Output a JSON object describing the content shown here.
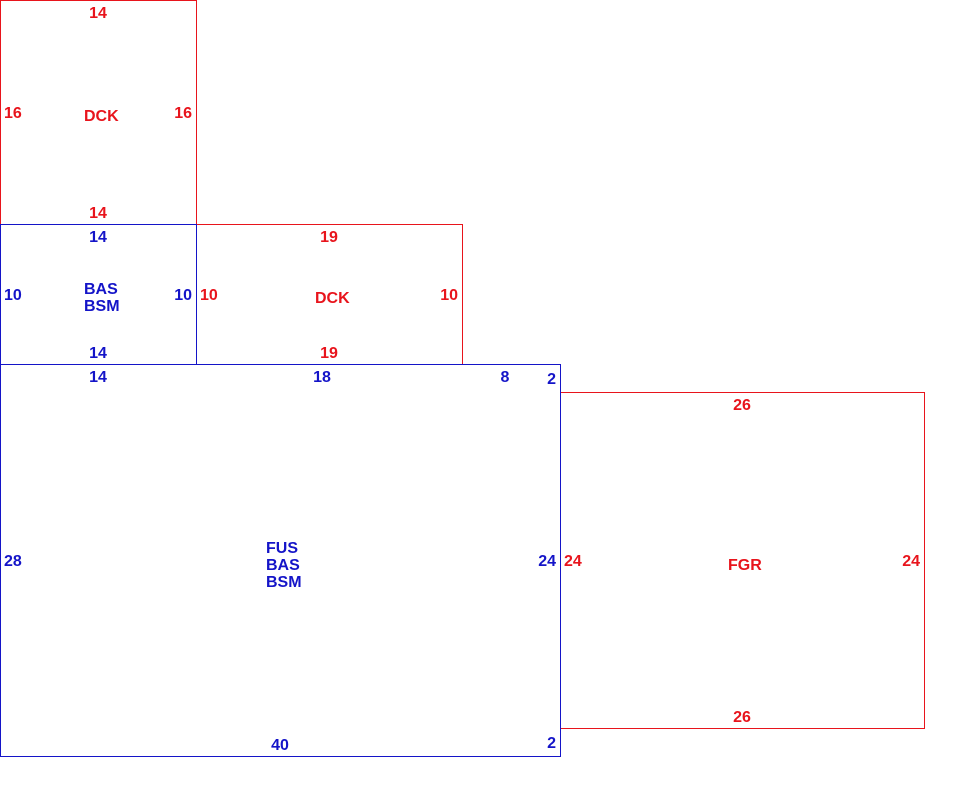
{
  "colors": {
    "red": "#e8141c",
    "blue": "#1414c8"
  },
  "areas": {
    "dck_top": {
      "code": "DCK",
      "dim_top": "14",
      "dim_bottom": "14",
      "dim_left": "16",
      "dim_right": "16"
    },
    "bas_small": {
      "codes": [
        "BAS",
        "BSM"
      ],
      "dim_top": "14",
      "dim_bottom": "14",
      "dim_left": "10",
      "dim_right": "10"
    },
    "dck_mid": {
      "code": "DCK",
      "dim_top": "19",
      "dim_bottom": "19",
      "dim_left": "10",
      "dim_right": "10"
    },
    "main": {
      "codes": [
        "FUS",
        "BAS",
        "BSM"
      ],
      "dim_top_left": "14",
      "dim_top_mid": "18",
      "dim_top_right": "8",
      "dim_right_top": "2",
      "dim_right": "24",
      "dim_right_bottom": "2",
      "dim_left": "28",
      "dim_bottom": "40"
    },
    "fgr": {
      "code": "FGR",
      "dim_top": "26",
      "dim_bottom": "26",
      "dim_left": "24",
      "dim_right": "24"
    }
  }
}
